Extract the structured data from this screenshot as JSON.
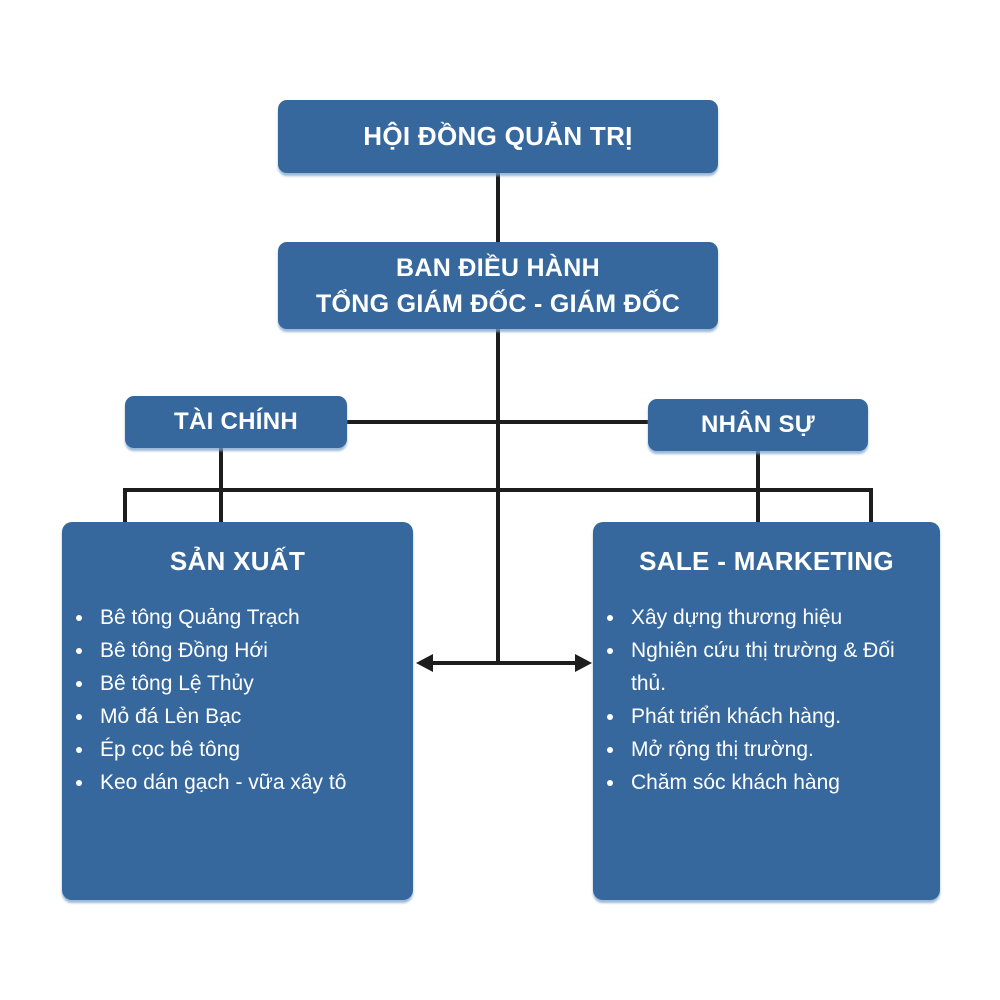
{
  "colors": {
    "node_background": "#36689D",
    "node_text": "#FFFFFF",
    "connector_line": "#1D1D1D",
    "page_background": "#FFFFFF",
    "node_shadow": "#7AA2CB"
  },
  "org": {
    "board": {
      "title": "HỘI ĐỒNG QUẢN TRỊ"
    },
    "executive": {
      "line1": "BAN ĐIỀU HÀNH",
      "line2": "TỔNG GIÁM ĐỐC - GIÁM ĐỐC"
    },
    "finance": {
      "title": "TÀI CHÍNH"
    },
    "hr": {
      "title": "NHÂN SỰ"
    },
    "production": {
      "title": "SẢN XUẤT",
      "items": [
        "Bê tông Quảng Trạch",
        "Bê tông Đồng Hới",
        "Bê tông Lệ Thủy",
        "Mỏ đá Lèn Bạc",
        "Ép cọc bê tông",
        "Keo dán gạch - vữa xây tô"
      ]
    },
    "sales": {
      "title": "SALE - MARKETING",
      "items": [
        "Xây dựng thương hiệu",
        "Nghiên cứu thị trường & Đối thủ.",
        "Phát triển khách hàng.",
        "Mở rộng thị trường.",
        "Chăm sóc khách hàng"
      ]
    }
  }
}
